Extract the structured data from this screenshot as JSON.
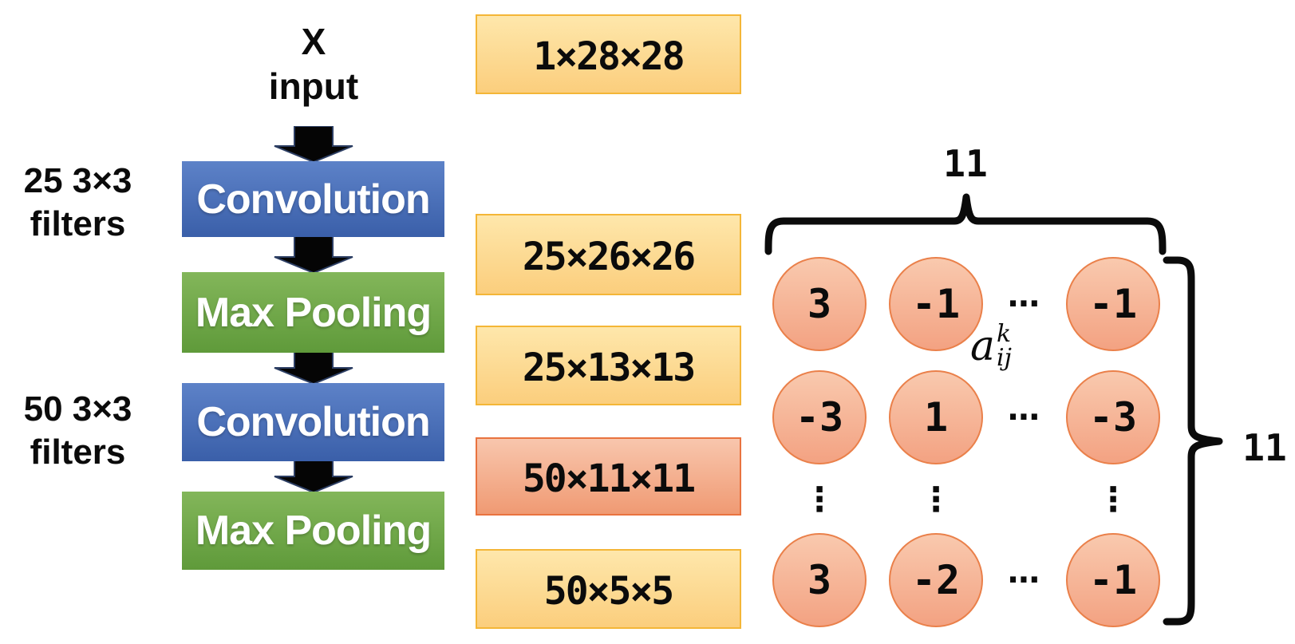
{
  "flowchart": {
    "input": {
      "line1": "X",
      "line2": "input"
    },
    "layers": [
      {
        "label": "Convolution",
        "type": "convolution"
      },
      {
        "label": "Max Pooling",
        "type": "max-pooling"
      },
      {
        "label": "Convolution",
        "type": "convolution"
      },
      {
        "label": "Max Pooling",
        "type": "max-pooling"
      }
    ],
    "filter_annotations": [
      {
        "line1": "25 3×3",
        "line2": "filters"
      },
      {
        "line1": "50 3×3",
        "line2": "filters"
      }
    ]
  },
  "feature_maps": [
    {
      "label": "1×28×28",
      "highlighted": false
    },
    {
      "label": "25×26×26",
      "highlighted": false
    },
    {
      "label": "25×13×13",
      "highlighted": false
    },
    {
      "label": "50×11×11",
      "highlighted": true
    },
    {
      "label": "50×5×5",
      "highlighted": false
    }
  ],
  "activation_matrix": {
    "width_label": "11",
    "height_label": "11",
    "symbol": {
      "base": "a",
      "sup": "k",
      "sub": "ij"
    },
    "ellipsis_h": "⋯",
    "ellipsis_v": "⋮",
    "rows": [
      {
        "values": [
          "3",
          "-1",
          "-1"
        ]
      },
      {
        "values": [
          "-3",
          "1",
          "-3"
        ]
      },
      {
        "values": [
          "3",
          "-2",
          "-1"
        ]
      }
    ]
  },
  "colors": {
    "convolution_box": "#3f64ae",
    "pooling_box": "#639c3d",
    "feature_map_fill": "#fcd27f",
    "feature_map_border": "#f4b637",
    "highlighted_map_fill": "#f09a73",
    "highlighted_map_border": "#e9733f",
    "matrix_cell_fill": "#f5ab8a",
    "matrix_cell_border": "#ea804a",
    "arrow": "#000000"
  }
}
